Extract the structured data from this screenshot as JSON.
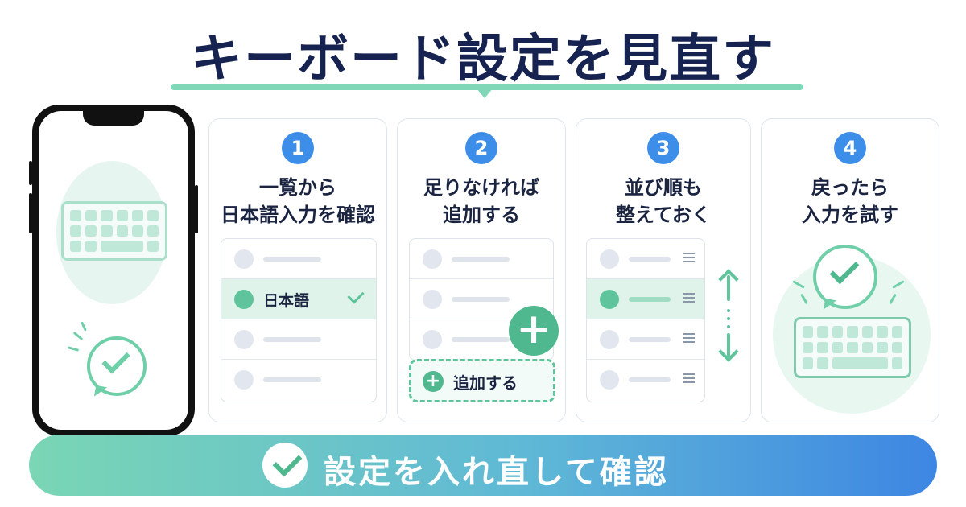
{
  "title": "キーボード設定を見直す",
  "steps": [
    {
      "number": "1",
      "line1": "一覧から",
      "line2": "日本語入力を確認"
    },
    {
      "number": "2",
      "line1": "足りなければ",
      "line2": "追加する"
    },
    {
      "number": "3",
      "line1": "並び順も",
      "line2": "整えておく"
    },
    {
      "number": "4",
      "line1": "戻ったら",
      "line2": "入力を試す"
    }
  ],
  "step1_list": {
    "selected_language": "日本語"
  },
  "step2_add": {
    "plus_symbol": "+",
    "add_label": "追加する"
  },
  "banner": {
    "text": "設定を入れ直して確認"
  },
  "colors": {
    "title": "#16224f",
    "accent_green": "#5fc49b",
    "accent_blue": "#3d8ee8",
    "banner_start": "#7ad6b4",
    "banner_end": "#3e86e3"
  },
  "icons": [
    "keyboard-icon",
    "check-bubble-icon",
    "check-icon",
    "plus-icon",
    "drag-handle-icon",
    "updown-arrow-icon"
  ]
}
